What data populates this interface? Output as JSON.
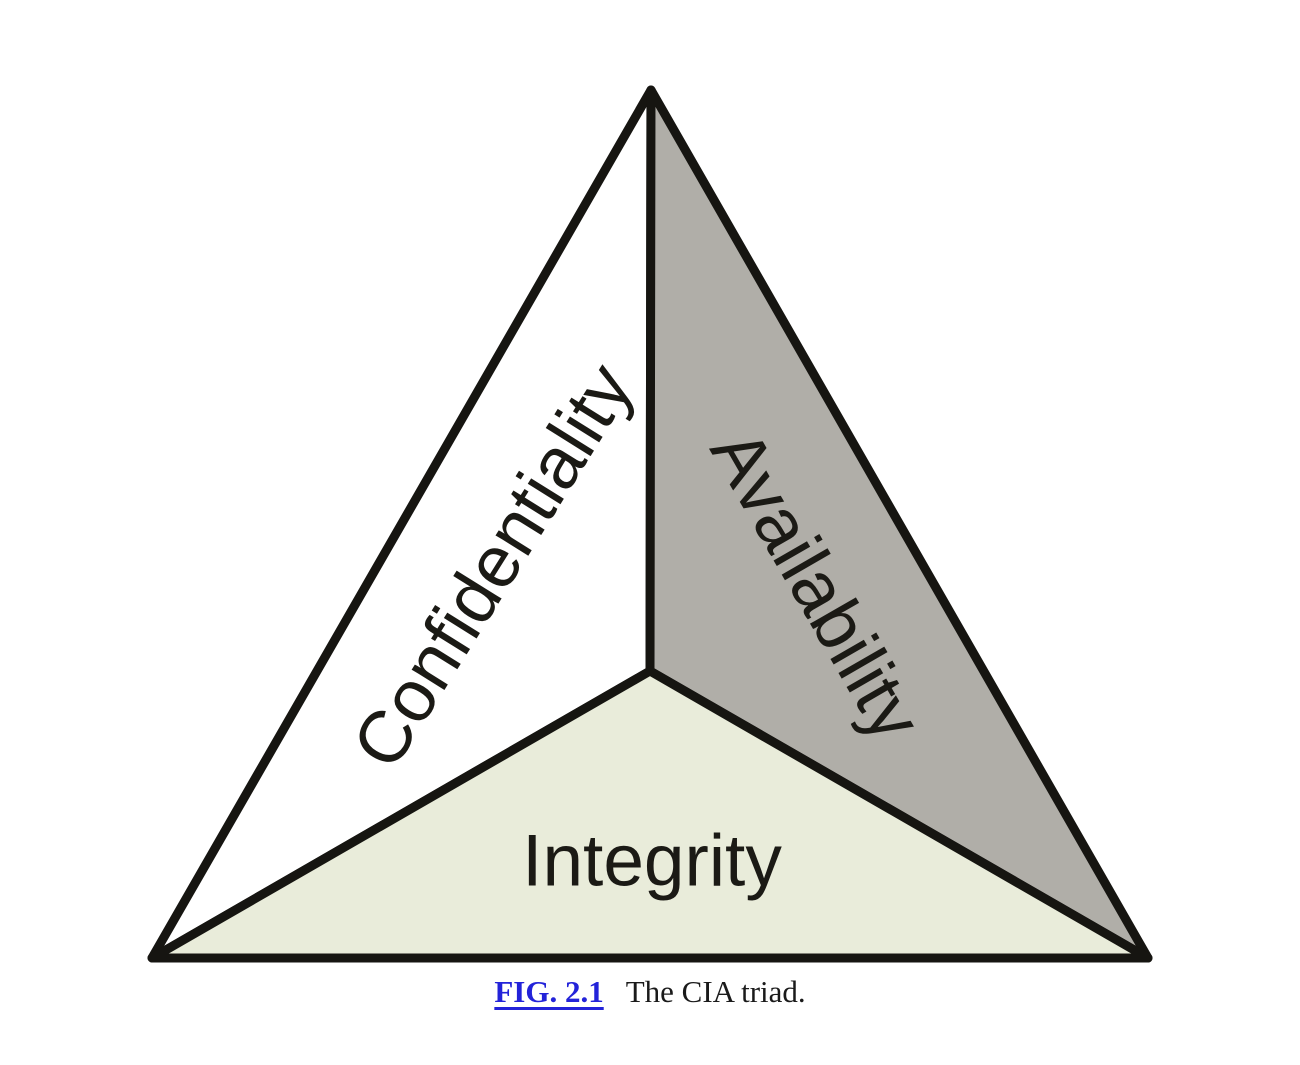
{
  "diagram": {
    "name": "CIA triad",
    "regions": {
      "confidentiality": {
        "label": "Confidentiality",
        "fill": "#ffffff"
      },
      "availability": {
        "label": "Availability",
        "fill": "#b0aea8"
      },
      "integrity": {
        "label": "Integrity",
        "fill": "#e9ecda"
      }
    },
    "outline_color": "#161511",
    "label_color": "#1b1a15"
  },
  "caption": {
    "figure_label": "FIG. 2.1",
    "text": "The CIA triad.",
    "link_color": "#2323d9",
    "text_color": "#1a1a1a"
  }
}
